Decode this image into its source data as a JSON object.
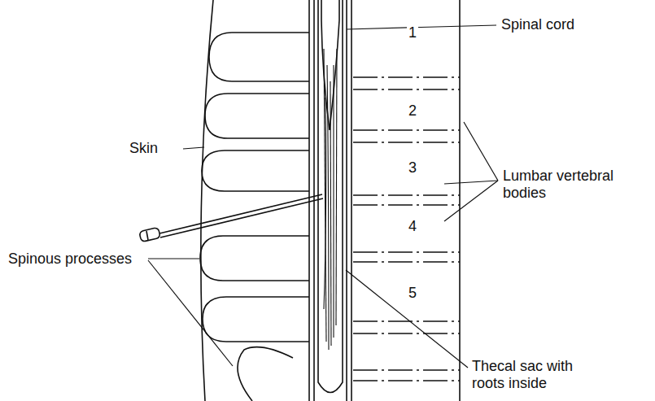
{
  "diagram": {
    "labels": [
      "Spinal cord",
      "1",
      "2",
      "3",
      "4",
      "5",
      "Skin",
      "Lumbar vertebral bodies",
      "Spinous processes",
      "Thecal sac with roots inside"
    ]
  }
}
